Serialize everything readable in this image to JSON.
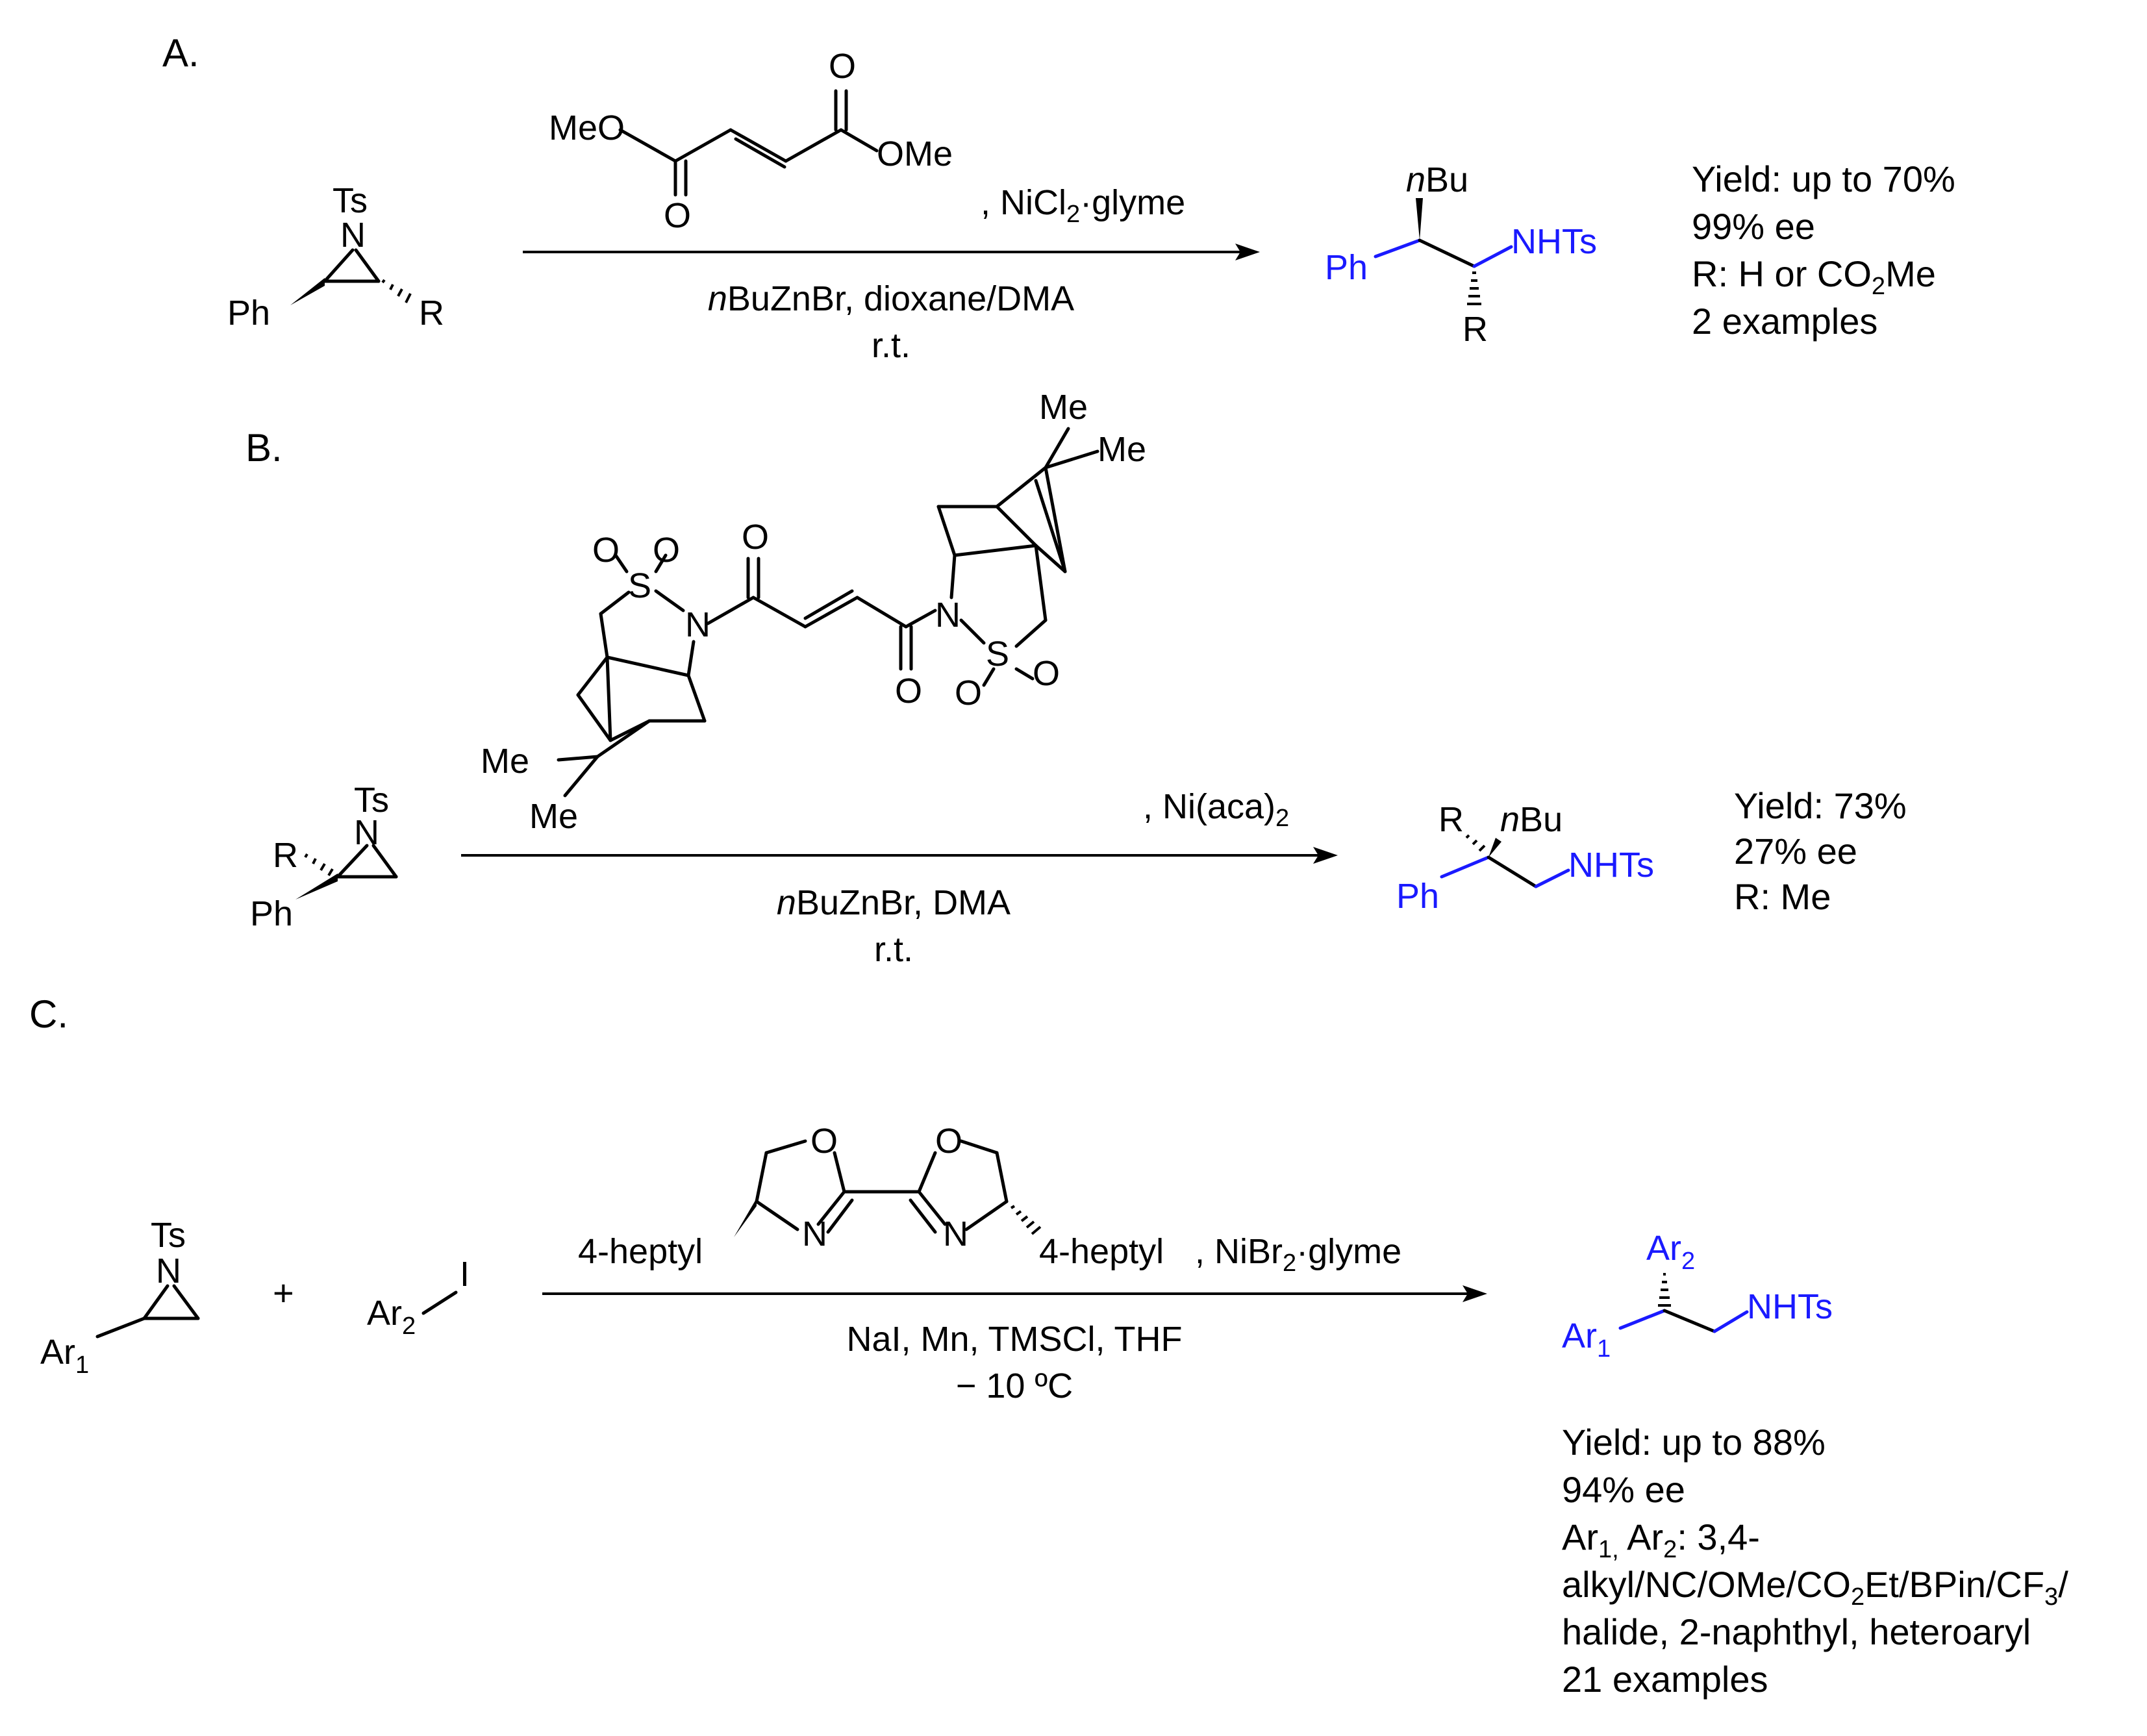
{
  "A": {
    "label": "A.",
    "reactant": {
      "ts": "Ts",
      "n": "N",
      "ph": "Ph",
      "r": "R"
    },
    "reagent": {
      "meo": "MeO",
      "ome": "OMe",
      "o1": "O",
      "o2": "O"
    },
    "catalyst": {
      "prefix": ", NiCl",
      "sub": "2",
      "suffix": "·glyme"
    },
    "below": {
      "line1_italic": "n",
      "line1_rest": "BuZnBr, dioxane/DMA",
      "line2": "r.t."
    },
    "product": {
      "nbu_italic": "n",
      "nbu_rest": "Bu",
      "ph": "Ph",
      "nhts": "NHTs",
      "r": "R"
    },
    "results": {
      "yield": "Yield: up to 70%",
      "ee": "99% ee",
      "r_prefix": "R: H or CO",
      "r_sub": "2",
      "r_suffix": "Me",
      "examples": "2 examples"
    }
  },
  "B": {
    "label": "B.",
    "ligand": {
      "me1": "Me",
      "me2": "Me",
      "me3": "Me",
      "me4": "Me",
      "o": "O",
      "s": "S",
      "n": "N"
    },
    "reactant": {
      "ts": "Ts",
      "n": "N",
      "r": "R",
      "ph": "Ph"
    },
    "catalyst": {
      "prefix": ", Ni(aca)",
      "sub": "2"
    },
    "below": {
      "line1_italic": "n",
      "line1_rest": "BuZnBr, DMA",
      "line2": "r.t."
    },
    "product": {
      "r": "R",
      "nbu_italic": "n",
      "nbu_rest": "Bu",
      "ph": "Ph",
      "nhts": "NHTs"
    },
    "results": {
      "yield": "Yield: 73%",
      "ee": "27% ee",
      "r": "R: Me"
    }
  },
  "C": {
    "label": "C.",
    "reactant": {
      "ts": "Ts",
      "n": "N",
      "ar": "Ar",
      "ar_sub": "1"
    },
    "plus": "+",
    "aryl_iodide": {
      "ar": "Ar",
      "ar_sub": "2",
      "i": "I"
    },
    "ligand": {
      "o": "O",
      "n": "N",
      "heptyl_left": "4-heptyl",
      "heptyl_right": "4-heptyl"
    },
    "catalyst": {
      "prefix": ", NiBr",
      "sub": "2",
      "suffix": "·glyme"
    },
    "below": {
      "line1": "NaI, Mn, TMSCl, THF",
      "line2": "− 10 ºC"
    },
    "product": {
      "ar2": "Ar",
      "ar2_sub": "2",
      "ar1": "Ar",
      "ar1_sub": "1",
      "nhts": "NHTs"
    },
    "results": {
      "yield": "Yield: up to 88%",
      "ee": "94% ee",
      "ar_line": {
        "a1": "Ar",
        "s1": "1,",
        "a2": " Ar",
        "s2": "2",
        "rest": ": 3,4-"
      },
      "sub_line": {
        "prefix": "alkyl/NC/OMe/CO",
        "s1": "2",
        "mid": "Et/BPin/CF",
        "s2": "3",
        "suffix": "/"
      },
      "halide": "halide, 2-naphthyl, heteroaryl",
      "examples": "21 examples"
    }
  }
}
